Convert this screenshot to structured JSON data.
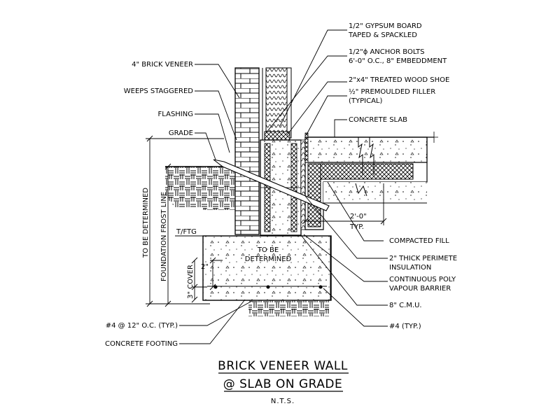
{
  "callouts": {
    "gypsum_1": "1/2\" GYPSUM BOARD",
    "gypsum_2": "TAPED & SPACKLED",
    "anchor_1": "1/2\"ϕ ANCHOR BOLTS",
    "anchor_2": "6'-0\" O.C., 8\" EMBEDDMENT",
    "wood_shoe": "2\"x4\" TREATED WOOD SHOE",
    "filler_1": "½\" PREMOULDED FILLER",
    "filler_2": "(TYPICAL)",
    "concrete_slab": "CONCRETE SLAB",
    "brick_veneer": "4\" BRICK VENEER",
    "weeps": "WEEPS STAGGERED",
    "flashing": "FLASHING",
    "grade": "GRADE",
    "compacted_fill": "COMPACTED FILL",
    "insulation_1": "2\" THICK PERIMETE",
    "insulation_2": "INSULATION",
    "vapour_1": "CONTINUOUS POLY",
    "vapour_2": "VAPOUR BARRIER",
    "cmu": "8\" C.M.U.",
    "rebar_typ": "#4 (TYP.)",
    "rebar_oc": "#4 @ 12\" O.C. (TYP.)",
    "concrete_footing": "CONCRETE FOOTING"
  },
  "dimensions": {
    "to_be_determined_vertical": "TO BE DETERMINED",
    "frost_line": "FOUNDATION FROST LINE",
    "cover": "3\" COVER",
    "two_inch": "2\"",
    "t_ftg": "T/FTG",
    "footing_1": "TO BE",
    "footing_2": "DETERMINED",
    "two_foot": "2'-0\"",
    "typ": "TYP."
  },
  "title": {
    "line1": "BRICK VENEER WALL",
    "line2": "@ SLAB ON GRADE",
    "scale": "N.T.S."
  }
}
